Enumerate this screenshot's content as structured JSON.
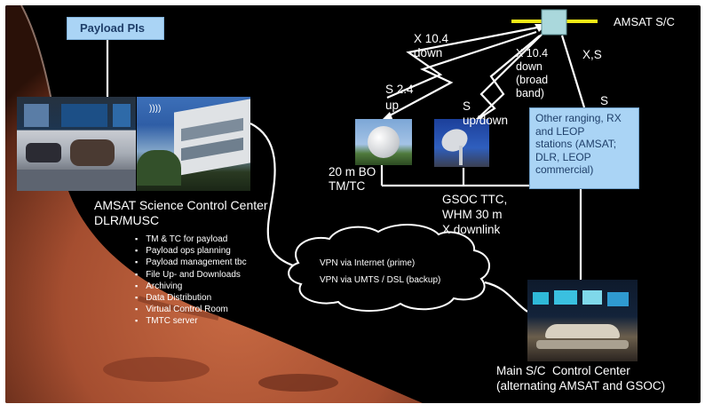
{
  "colors": {
    "background": "#000000",
    "box_fill": "#aad4f5",
    "line": "#ffffff",
    "solar_panel": "#f2ea16",
    "mars": "#b0583a"
  },
  "payload_pis": "Payload PIs",
  "spacecraft_label": "AMSAT S/C",
  "links": {
    "x_down": "X 10.4\ndown",
    "x_broadband": "X 10.4\ndown\n(broad\nband)",
    "x_s": "X,S",
    "s_up": "S 2.4\nup",
    "s_updown": "S\nup/down",
    "s": "S"
  },
  "other_stations": "Other ranging, RX\nand LEOP\nstations (AMSAT;\nDLR, LEOP\ncommercial)",
  "bo_antenna": "20 m BO\nTM/TC",
  "gsoc_ttc": "GSOC TTC,\nWHM 30 m\nX downlink",
  "science_center": "AMSAT Science Control Center\nDLR/MUSC",
  "services": [
    "TM & TC for payload",
    "Payload ops planning",
    "Payload management tbc",
    "File Up- and Downloads",
    "Archiving",
    "Data Distribution",
    "Virtual Control Room",
    "TMTC server"
  ],
  "vpn": {
    "prime": "VPN via Internet (prime)",
    "backup": "VPN via UMTS / DSL (backup)"
  },
  "main_center": "Main S/C  Control Center\n(alternating AMSAT and GSOC)"
}
